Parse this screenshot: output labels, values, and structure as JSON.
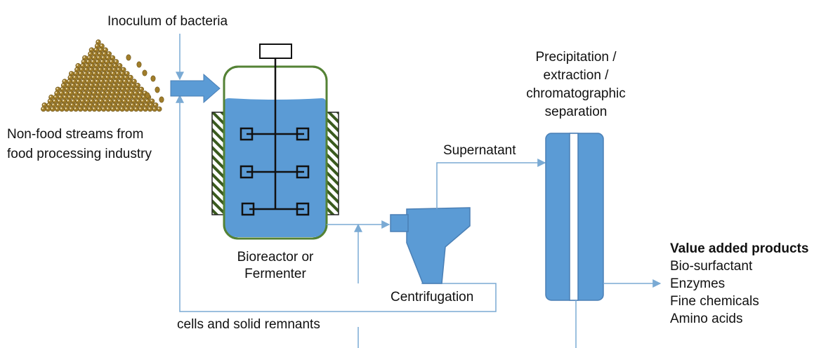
{
  "colors": {
    "line": "#7aaad4",
    "vessel_fill": "#5b9bd5",
    "vessel_border": "#4a7fb5",
    "reactor_border": "#548235",
    "jacket_stripe": "#3a5a1e",
    "grain": "#a07d2a",
    "text": "#111111"
  },
  "labels": {
    "inoculum": "Inoculum of bacteria",
    "feed_line1": "Non-food streams from",
    "feed_line2": "food processing industry",
    "bioreactor_line1": "Bioreactor or",
    "bioreactor_line2": "Fermenter",
    "supernatant": "Supernatant",
    "centrifugation": "Centrifugation",
    "cells": "cells and solid remnants",
    "separation_line1": "Precipitation /",
    "separation_line2": "extraction /",
    "separation_line3": "chromatographic",
    "separation_line4": "separation"
  },
  "products": {
    "title": "Value added products",
    "items": [
      "Bio-surfactant",
      "Enzymes",
      "Fine chemicals",
      "Amino acids"
    ]
  },
  "icons": {
    "feed": "grain-pile-icon",
    "reactor": "stirred-tank-icon",
    "centrifuge": "hopper-centrifuge-icon",
    "column": "separation-column-icon"
  }
}
